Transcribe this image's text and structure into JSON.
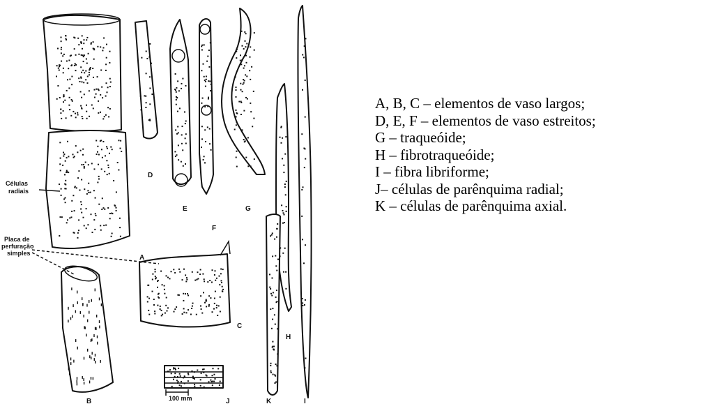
{
  "figure": {
    "labels": {
      "celulas_radiais": [
        "Células",
        "radiais"
      ],
      "placa": [
        "Placa de",
        "perfuração",
        "simples"
      ],
      "scale": "100 mm",
      "letters": {
        "A": "A",
        "B": "B",
        "C": "C",
        "D": "D",
        "E": "E",
        "F": "F",
        "G": "G",
        "H": "H",
        "I": "I",
        "J": "J",
        "K": "K"
      }
    }
  },
  "legend": {
    "items": [
      "A, B, C – elementos de vaso largos;",
      "D, E, F – elementos de vaso estreitos;",
      "G – traqueóide;",
      "H – fibrotraqueóide;",
      "I – fibra libriforme;",
      "J– células de parênquima radial;",
      "K – células de parênquima axial."
    ]
  },
  "colors": {
    "ink": "#111111",
    "background": "#ffffff"
  }
}
